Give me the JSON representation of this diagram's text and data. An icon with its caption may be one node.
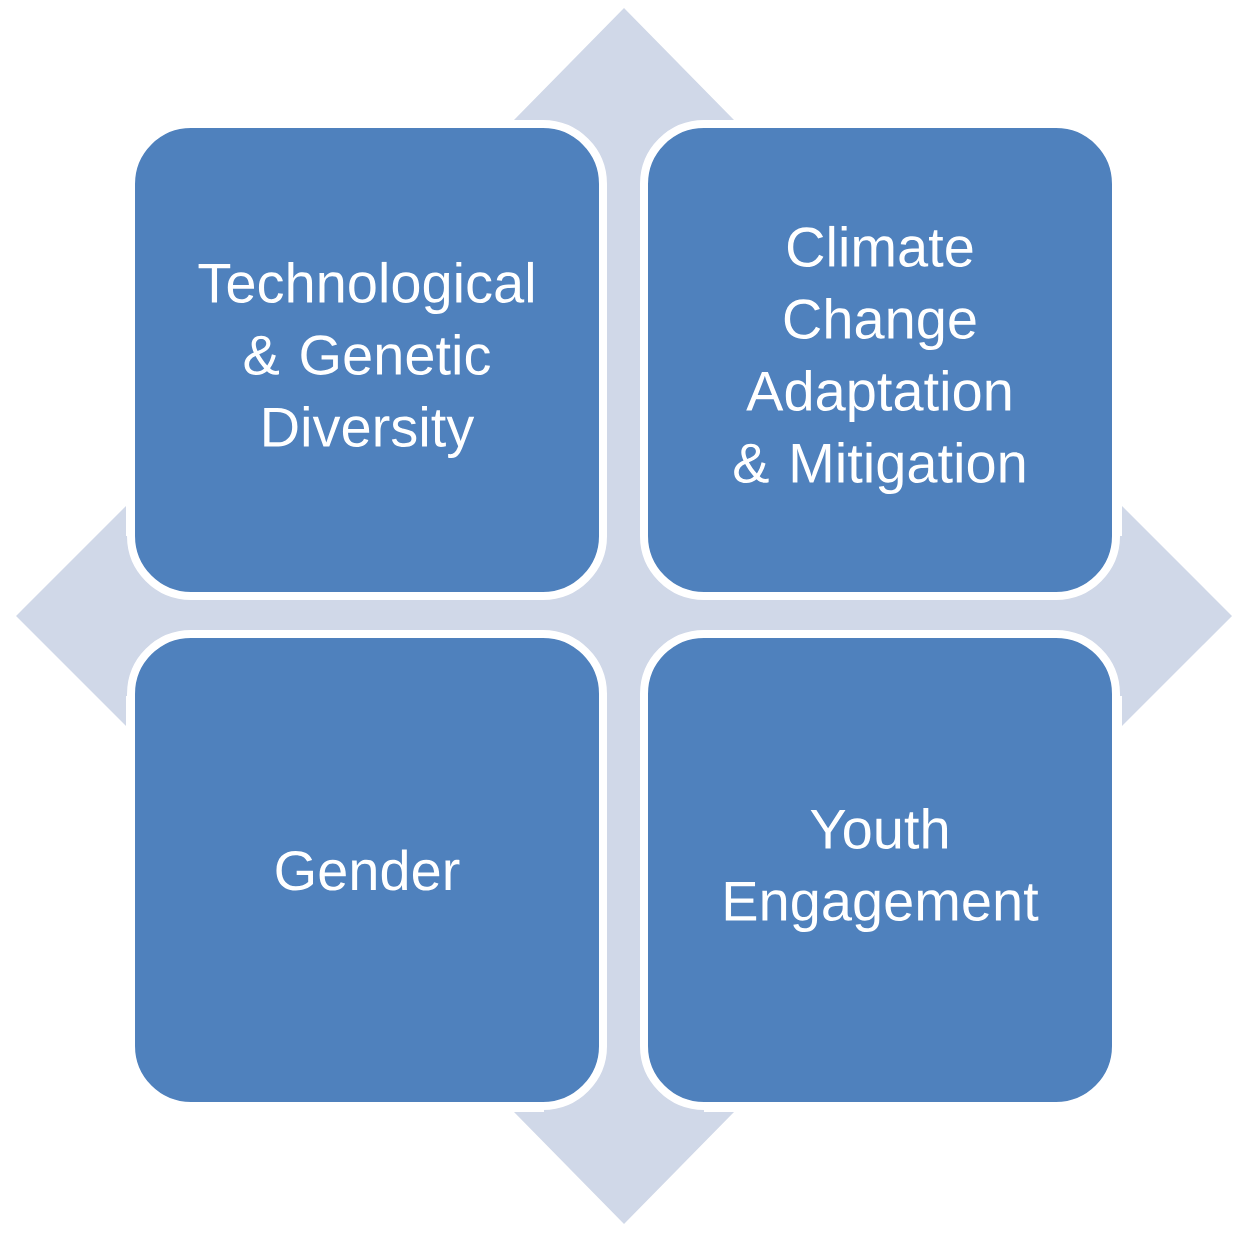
{
  "diagram": {
    "nodes": [
      {
        "text": [
          "Technological & Genetic Diversity"
        ]
      },
      {
        "text": [
          "Climate Change Adaptation & Mitigation"
        ]
      },
      {
        "text": [
          "Gender"
        ]
      },
      {
        "text": [
          "Youth Engagement"
        ]
      }
    ]
  }
}
